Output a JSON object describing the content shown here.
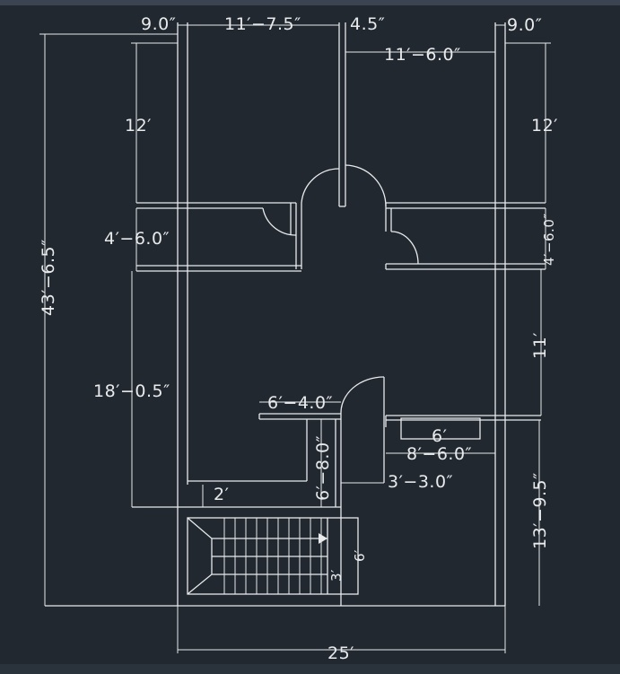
{
  "background": "#212830",
  "line_color": "#e8eaec",
  "dimensions": {
    "top_left_offset": "9.0″",
    "top_left_room_width": "11′−7.5″",
    "top_center_gap": "4.5″",
    "top_right_offset": "9.0″",
    "top_right_room_width": "11′−6.0″",
    "left_room_depth": "12′",
    "right_room_depth": "12′",
    "left_passage": "4′−6.0″",
    "right_passage": "4′−6.0″",
    "overall_depth": "43′−6.5″",
    "hall_depth": "18′−0.5″",
    "right_mid_room": "11′",
    "kitchen_width": "6′−4.0″",
    "kitchen_depth": "6′−8.0″",
    "counter_width": "6′",
    "right_bottom_width": "8′−6.0″",
    "door_offset": "3′−3.0″",
    "left_strip": "2′",
    "right_bottom_depth": "13′−9.5″",
    "stair_height": "6′",
    "stair_flight": "3′",
    "overall_width": "25′"
  }
}
